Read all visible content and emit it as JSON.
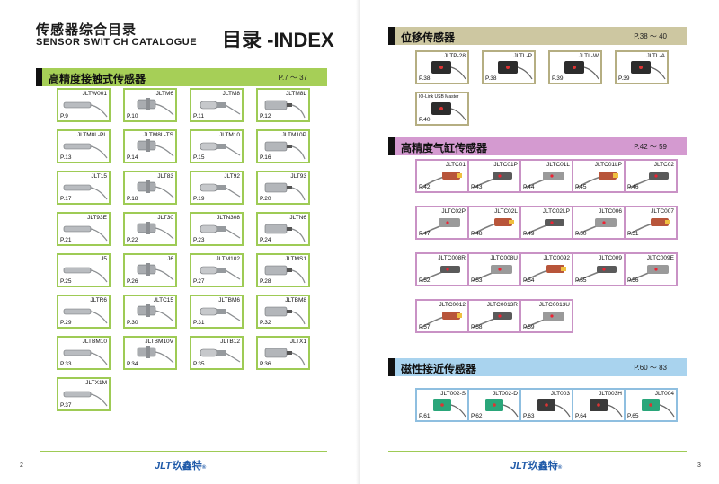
{
  "header": {
    "catalogue_cn": "传感器综合目录",
    "catalogue_en": "SENSOR SWIT CH CATALOGUE",
    "index_title": "目录 -INDEX"
  },
  "sections": {
    "contact": {
      "title": "高精度接触式传感器",
      "pages": "P.7 ～ 37"
    },
    "displacement": {
      "title": "位移传感器",
      "pages": "P.38 ～ 40"
    },
    "cylinder": {
      "title": "高精度气缸传感器",
      "pages": "P.42 ～ 59"
    },
    "magnetic": {
      "title": "磁性接近传感器",
      "pages": "P.60 ～ 83"
    }
  },
  "contact_items": [
    {
      "name": "JLTW001",
      "page": "P.9"
    },
    {
      "name": "JLTM6",
      "page": "P.10"
    },
    {
      "name": "JLTM8",
      "page": "P.11"
    },
    {
      "name": "JLTM8L",
      "page": "P.12"
    },
    {
      "name": "JLTM8L-PL",
      "page": "P.13"
    },
    {
      "name": "JLTM8L-TS",
      "page": "P.14"
    },
    {
      "name": "JLTM10",
      "page": "P.15"
    },
    {
      "name": "JLTM10P",
      "page": "P.16"
    },
    {
      "name": "JLT15",
      "page": "P.17"
    },
    {
      "name": "JLT83",
      "page": "P.18"
    },
    {
      "name": "JLT92",
      "page": "P.19"
    },
    {
      "name": "JLT93",
      "page": "P.20"
    },
    {
      "name": "JLT93E",
      "page": "P.21"
    },
    {
      "name": "JLT30",
      "page": "P.22"
    },
    {
      "name": "JLTN308",
      "page": "P.23"
    },
    {
      "name": "JLTN6",
      "page": "P.24"
    },
    {
      "name": "J5",
      "page": "P.25"
    },
    {
      "name": "J6",
      "page": "P.26"
    },
    {
      "name": "JLTM102",
      "page": "P.27"
    },
    {
      "name": "JLTMS1",
      "page": "P.28"
    },
    {
      "name": "JLTR6",
      "page": "P.29"
    },
    {
      "name": "JLTC15",
      "page": "P.30"
    },
    {
      "name": "JLTBM6",
      "page": "P.31"
    },
    {
      "name": "JLTBM8",
      "page": "P.32"
    },
    {
      "name": "JLTBM10",
      "page": "P.33"
    },
    {
      "name": "JLTBM10V",
      "page": "P.34"
    },
    {
      "name": "JLTB12",
      "page": "P.35"
    },
    {
      "name": "JLTX1",
      "page": "P.36"
    },
    {
      "name": "JLTX1M",
      "page": "P.37"
    }
  ],
  "displacement_items": [
    {
      "name": "JLTP-28",
      "page": "P.38"
    },
    {
      "name": "JLTL-P",
      "page": "P.38"
    },
    {
      "name": "JLTL-W",
      "page": "P.39"
    },
    {
      "name": "JLTL-A",
      "page": "P.39"
    },
    {
      "name": "IO-Link USB Master",
      "page": "P.40"
    }
  ],
  "cylinder_items": [
    {
      "name": "JLTC01",
      "page": "P.42"
    },
    {
      "name": "JLTC01P",
      "page": "P.43"
    },
    {
      "name": "JLTC01L",
      "page": "P.44"
    },
    {
      "name": "JLTC01LP",
      "page": "P.45"
    },
    {
      "name": "JLTC02",
      "page": "P.46"
    },
    {
      "name": "JLTC02P",
      "page": "P.47"
    },
    {
      "name": "JLTC02L",
      "page": "P.48"
    },
    {
      "name": "JLTC02LP",
      "page": "P.49"
    },
    {
      "name": "JLTC006",
      "page": "P.50"
    },
    {
      "name": "JLTC007",
      "page": "P.51"
    },
    {
      "name": "JLTC008R",
      "page": "P.52"
    },
    {
      "name": "JLTC008U",
      "page": "P.53"
    },
    {
      "name": "JLTC0092",
      "page": "P.54"
    },
    {
      "name": "JLTC009",
      "page": "P.55"
    },
    {
      "name": "JLTC009E",
      "page": "P.56"
    },
    {
      "name": "JLTC0012",
      "page": "P.57"
    },
    {
      "name": "JLTC0013R",
      "page": "P.58"
    },
    {
      "name": "JLTC0013U",
      "page": "P.59"
    }
  ],
  "magnetic_items": [
    {
      "name": "JLT002-S",
      "page": "P.61"
    },
    {
      "name": "JLT002-D",
      "page": "P.62"
    },
    {
      "name": "JLT003",
      "page": "P.63"
    },
    {
      "name": "JLT003H",
      "page": "P.64"
    },
    {
      "name": "JLT004",
      "page": "P.65"
    }
  ],
  "footer": {
    "logo_en": "JLT",
    "logo_cn": "玖鑫特",
    "reg": "®",
    "left_page": "2",
    "right_page": "3"
  },
  "colors": {
    "contact_bar": "#a6cf57",
    "displacement_bar": "#cdc7a1",
    "cylinder_bar": "#d49ad0",
    "magnetic_bar": "#a9d3ee"
  }
}
